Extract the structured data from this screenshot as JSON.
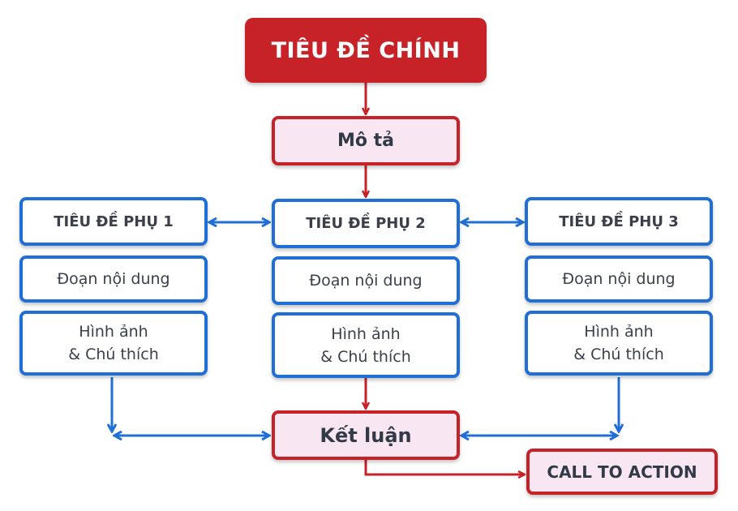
{
  "main_title": "TIÊU ĐỀ CHÍNH",
  "description": "Mô tả",
  "columns": [
    {
      "subtitle": "TIÊU ĐỀ PHỤ 1",
      "paragraph": "Đoạn nội dung",
      "image_line1": "Hình ảnh",
      "image_line2": "& Chú thích"
    },
    {
      "subtitle": "TIÊU ĐỀ PHỤ 2",
      "paragraph": "Đoạn nội dung",
      "image_line1": "Hình ảnh",
      "image_line2": "& Chú thích"
    },
    {
      "subtitle": "TIÊU ĐỀ PHỤ 3",
      "paragraph": "Đoạn nội dung",
      "image_line1": "Hình ảnh",
      "image_line2": "& Chú thích"
    }
  ],
  "conclusion": "Kết luận",
  "call_to_action": "CALL TO ACTION",
  "colors": {
    "red": "#c62228",
    "blue": "#1f6fd6",
    "pink_fill": "#f8e7f2"
  }
}
